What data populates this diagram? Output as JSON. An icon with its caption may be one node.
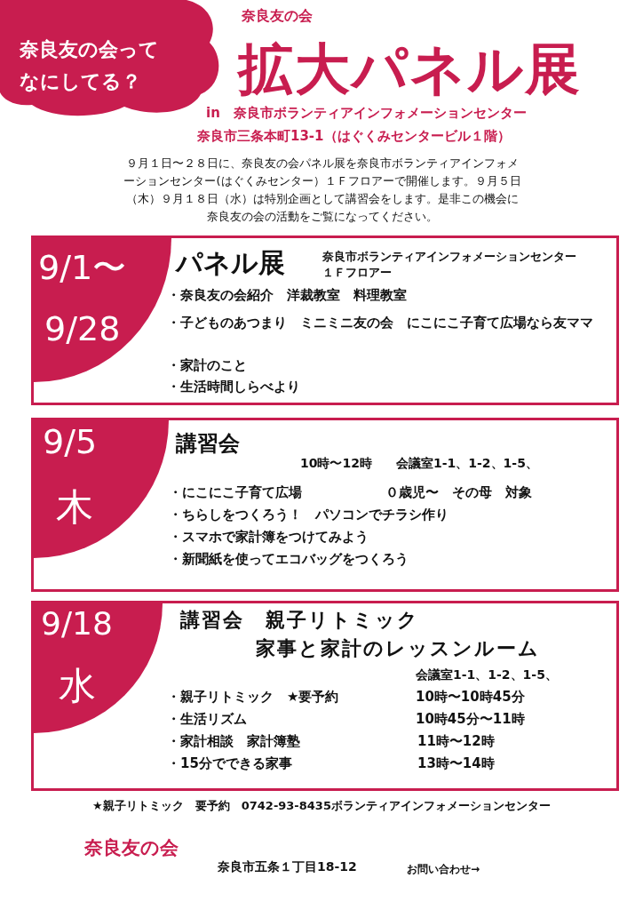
{
  "diagram": {
    "title": "拡大パネル展",
    "nodes": [
      {
        "text": [
          "奈良友の会ってなにしてる？"
        ]
      },
      {
        "text": [
          "パネル展",
          "奈良市ボランティアインフォメーションセンター１Ｆフロアー",
          "・奈良友の会紹介　洋裁教室　料理教室",
          "・子どものあつまり　ミニミニ友の会　にこにこ子育て広場なら友ママ",
          "・家計のこと",
          "・生活時間しらべより"
        ]
      },
      {
        "text": [
          "9/1〜",
          "9/28"
        ],
        "in": 1
      },
      {
        "text": [
          "講習会",
          "10時〜12時",
          "会議室1-1、1-2、1-5、",
          "・にこにこ子育て広場",
          "０歳児〜　その母　対象",
          "・ちらしをつくろう！　パソコンでチラシ作り",
          "・スマホで家計簿をつけてみよう",
          "・新聞紙を使ってエコバッグをつくろう"
        ]
      },
      {
        "text": [
          "9/5",
          "木"
        ],
        "in": 3
      },
      {
        "text": [
          "講習会　親子リトミック",
          "家事と家計のレッスンルーム",
          "会議室1-1、1-2、1-5、",
          "・親子リトミック　★要予約",
          "10時〜10時45分",
          "・生活リズム",
          "10時45分〜11時",
          "・家計相談　家計簿塾",
          "11時〜12時",
          "・15分でできる家事",
          "13時〜14時"
        ]
      },
      {
        "text": [
          "9/18",
          "水"
        ],
        "in": 5
      }
    ],
    "labels": [
      "奈良友の会",
      "in　奈良市ボランティアインフォメーションセンター",
      "奈良市三条本町13-1（はぐくみセンタービル１階）",
      "９月１日〜２８日に、奈良友の会パネル展を奈良市ボランティアインフォメーションセンター(はぐくみセンター）１Ｆフロアーで開催します。９月５日（木）９月１８日（水）は特別企画として講習会をします。是非この機会に奈良友の会の活動をご覧になってください。",
      "★親子リトミック　要予約　0742-93-8435ボランティアインフォメーションセンター",
      "奈良友の会",
      "奈良市五条１丁目18-12",
      "お問い合わせ→"
    ]
  }
}
